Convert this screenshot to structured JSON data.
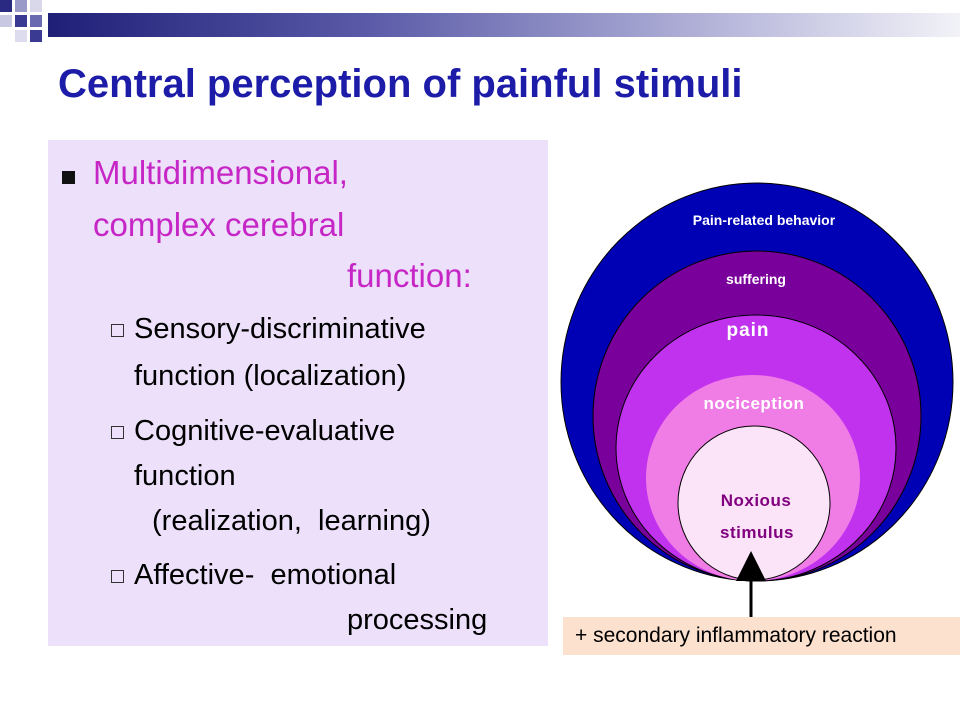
{
  "slide": {
    "title": "Central perception of painful stimuli",
    "main_point": {
      "line1": "Multidimensional,",
      "line2": "complex cerebral",
      "line3": "function:"
    },
    "sub_points": [
      {
        "line1": "Sensory-discriminative",
        "line2": "function (localization)"
      },
      {
        "line1": "Cognitive-evaluative",
        "line2": "function",
        "line3": "(realization,  learning)"
      },
      {
        "line1": "Affective-  emotional",
        "line2": "processing"
      }
    ]
  },
  "diagram": {
    "layers": [
      {
        "label": "Pain-related behavior",
        "color": "#0000b4"
      },
      {
        "label": "suffering",
        "color": "#7a009c"
      },
      {
        "label": "pain",
        "color": "#c132ee"
      },
      {
        "label": "nociception",
        "color": "#f07ce6"
      },
      {
        "label": "Noxious",
        "label2": "stimulus",
        "color": "#fce4f8"
      }
    ],
    "label_color": "#ffffff",
    "inner_label_color": "#800080",
    "reaction_label": "+ secondary inflammatory reaction"
  }
}
